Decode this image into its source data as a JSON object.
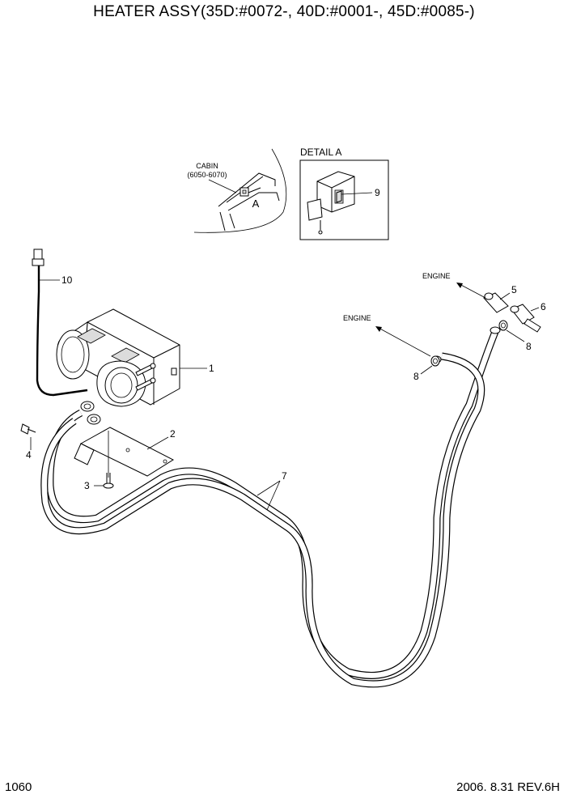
{
  "title": "HEATER ASSY(35D:#0072-, 40D:#0001-, 45D:#0085-)",
  "footer": {
    "page_number": "1060",
    "revision": "2006. 8.31 REV.6H"
  },
  "cabin_label": {
    "line1": "CABIN",
    "line2": "(6050-6070)",
    "view_marker": "A"
  },
  "detail_label": "DETAIL A",
  "engine_labels": [
    "ENGINE",
    "ENGINE"
  ],
  "callouts": {
    "heater_unit": "1",
    "bracket": "2",
    "bolt": "3",
    "bolt_side": "4",
    "connector": "5",
    "valve": "6",
    "hose": "7",
    "clamp_left": "8",
    "clamp_right": "8",
    "switch": "9",
    "harness": "10"
  }
}
